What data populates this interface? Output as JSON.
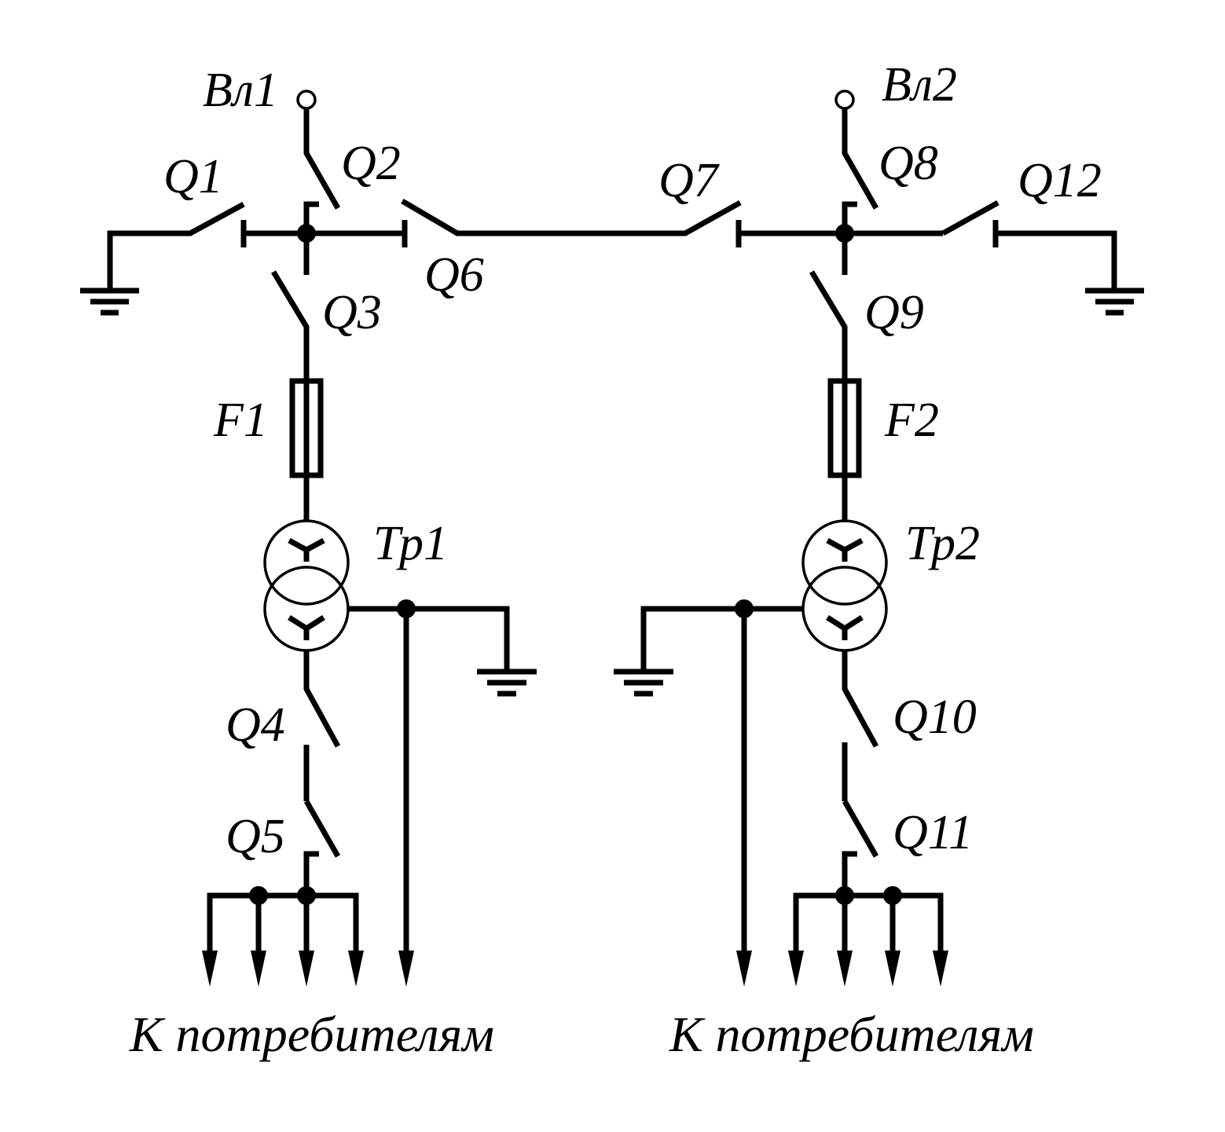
{
  "labels": {
    "line1": "Вл1",
    "line2": "Вл2",
    "q1": "Q1",
    "q2": "Q2",
    "q3": "Q3",
    "q4": "Q4",
    "q5": "Q5",
    "q6": "Q6",
    "q7": "Q7",
    "q8": "Q8",
    "q9": "Q9",
    "q10": "Q10",
    "q11": "Q11",
    "q12": "Q12",
    "f1": "F1",
    "f2": "F2",
    "tr1": "Тр1",
    "tr2": "Тр2"
  },
  "consumers": {
    "left": "К потребителям",
    "right": "К потребителям"
  },
  "colors": {
    "stroke": "#000000",
    "background": "#ffffff"
  }
}
